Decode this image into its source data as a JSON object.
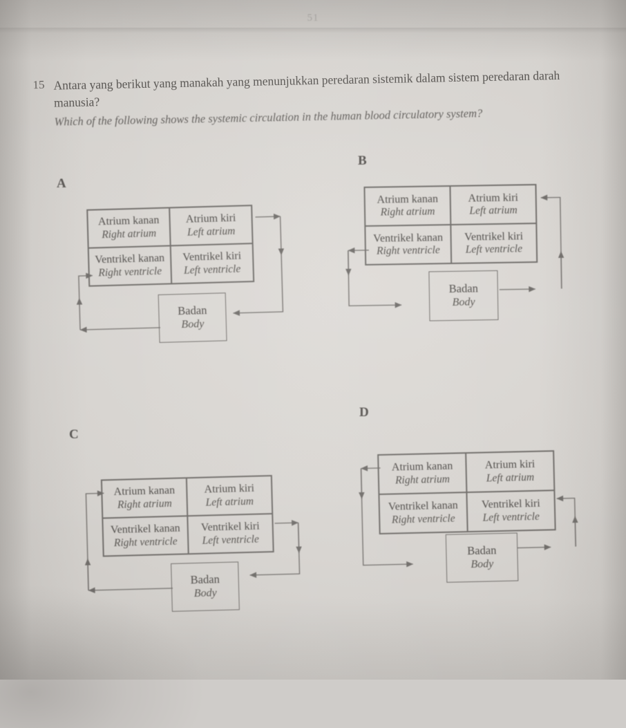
{
  "page": {
    "page_number": "51",
    "background_color": "#d6d3cf",
    "ink_color": "#56534f"
  },
  "question": {
    "number": "15",
    "text_malay": "Antara yang berikut yang manakah yang menunjukkan peredaran sistemik dalam sistem peredaran darah manusia?",
    "text_english": "Which of the following shows the systemic circulation in the human blood circulatory system?"
  },
  "chamber_labels": {
    "right_atrium_ms": "Atrium kanan",
    "right_atrium_en": "Right atrium",
    "left_atrium_ms": "Atrium kiri",
    "left_atrium_en": "Left atrium",
    "right_ventricle_ms": "Ventrikel kanan",
    "right_ventricle_en": "Right ventricle",
    "left_ventricle_ms": "Ventrikel kiri",
    "left_ventricle_en": "Left ventricle",
    "body_ms": "Badan",
    "body_en": "Body"
  },
  "options": [
    {
      "letter": "A",
      "flow_description": "Left atrium -> right (out) -> down -> left into Body; Body -> left -> up -> right into Right ventricle",
      "right_path_arrow": "right-then-down-then-left",
      "left_path_arrow": "left-then-up-then-right-into-right-ventricle"
    },
    {
      "letter": "B",
      "flow_description": "Right ventricle -> left (out) -> down -> right into Body; Body -> right -> up -> left into Left atrium",
      "right_path_arrow": "right-then-up-then-left-into-left-atrium",
      "left_path_arrow": "left-out-of-right-ventricle-then-down-then-right-into-body"
    },
    {
      "letter": "C",
      "flow_description": "Left ventricle -> right (out) -> down -> left into Body; Body -> left -> up -> right into Right atrium",
      "right_path_arrow": "right-out-of-left-ventricle-then-down-then-left",
      "left_path_arrow": "left-then-up-then-right-into-right-atrium"
    },
    {
      "letter": "D",
      "flow_description": "Right atrium -> left (out) -> down -> right into Body; Body -> right -> up -> left into Left ventricle",
      "right_path_arrow": "right-then-up-then-left-into-left-ventricle",
      "left_path_arrow": "left-out-of-right-atrium-then-down-then-right-into-body"
    }
  ]
}
